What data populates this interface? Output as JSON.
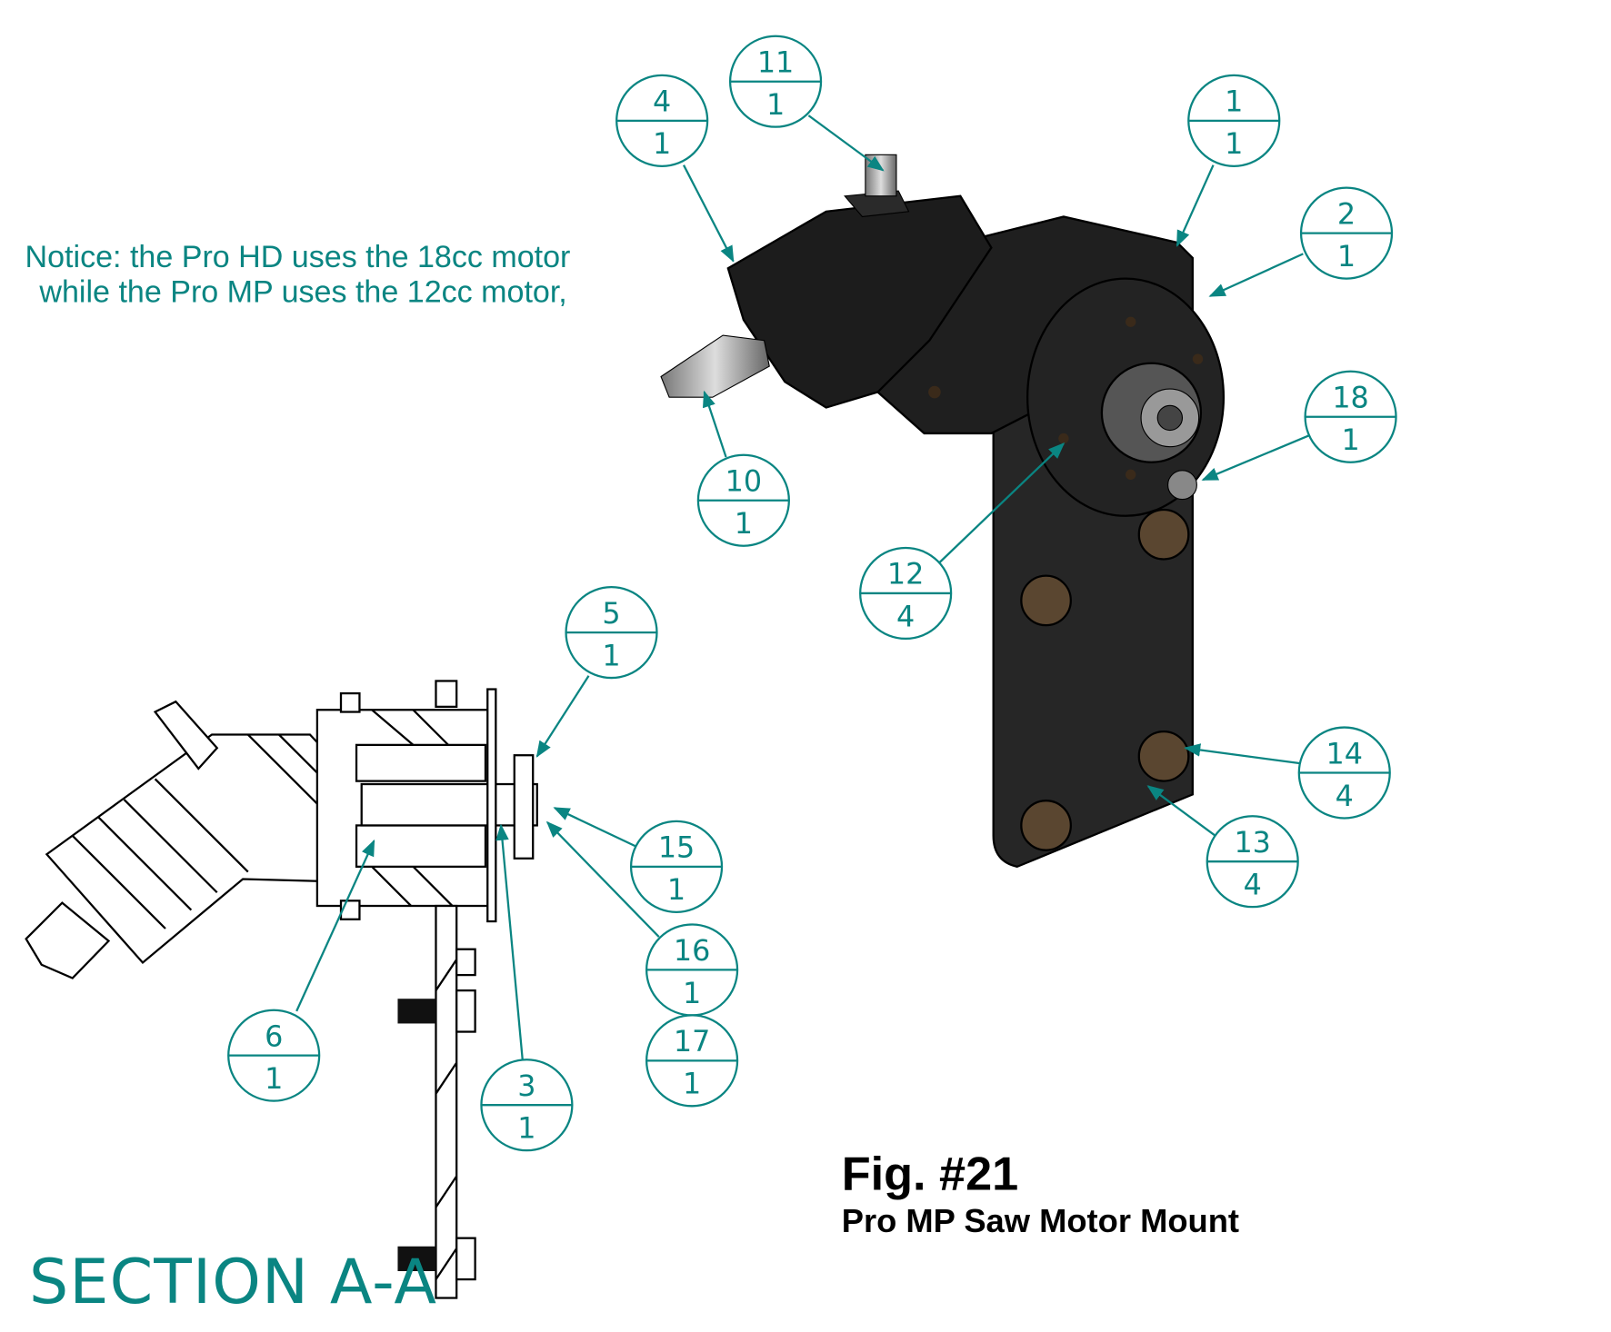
{
  "notice": {
    "line1": "Notice: the Pro HD uses the 18cc motor",
    "line2": "while the Pro MP uses the 12cc motor,"
  },
  "section_label": "SECTION A-A",
  "figure": {
    "title": "Fig. #21",
    "subtitle": "Pro MP Saw Motor Mount"
  },
  "balloons": [
    {
      "item": "4",
      "qty": "1"
    },
    {
      "item": "11",
      "qty": "1"
    },
    {
      "item": "1",
      "qty": "1"
    },
    {
      "item": "2",
      "qty": "1"
    },
    {
      "item": "18",
      "qty": "1"
    },
    {
      "item": "10",
      "qty": "1"
    },
    {
      "item": "12",
      "qty": "4"
    },
    {
      "item": "14",
      "qty": "4"
    },
    {
      "item": "13",
      "qty": "4"
    },
    {
      "item": "5",
      "qty": "1"
    },
    {
      "item": "15",
      "qty": "1"
    },
    {
      "item": "16",
      "qty": "1"
    },
    {
      "item": "17",
      "qty": "1"
    },
    {
      "item": "6",
      "qty": "1"
    },
    {
      "item": "3",
      "qty": "1"
    }
  ],
  "colors": {
    "callout": "#0a8582",
    "part": "#1e1e1e"
  }
}
